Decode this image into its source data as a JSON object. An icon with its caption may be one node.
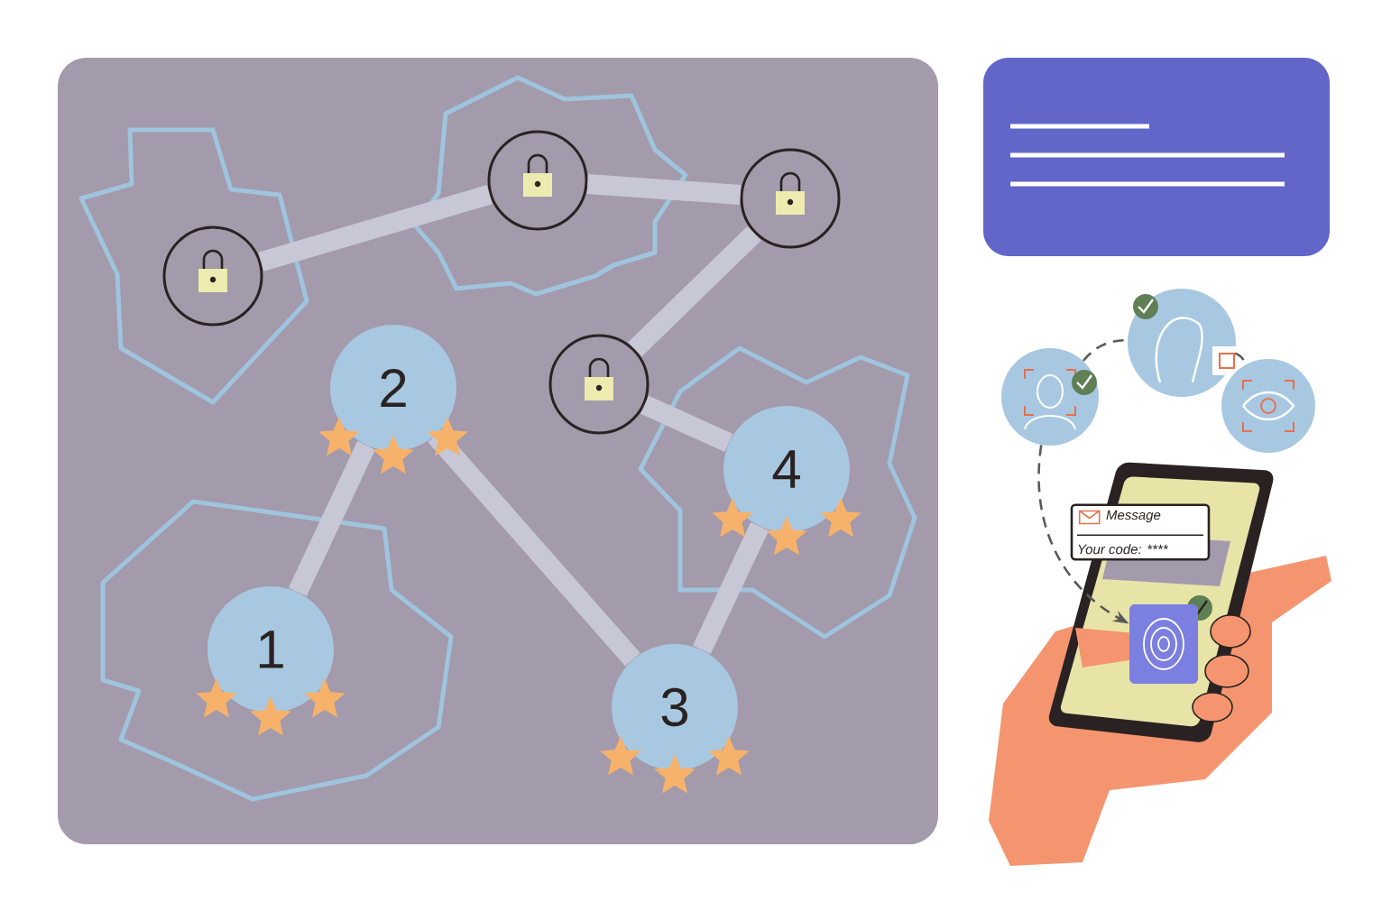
{
  "diagram": {
    "nodes": [
      {
        "text": [],
        "shape": "circle"
      },
      {
        "text": [],
        "shape": "circle"
      },
      {
        "text": [],
        "shape": "circle"
      },
      {
        "text": [],
        "shape": "circle"
      },
      {
        "text": [
          "2"
        ]
      },
      {
        "text": [
          "4"
        ]
      },
      {
        "text": [
          "1"
        ]
      },
      {
        "text": [
          "3"
        ]
      },
      {
        "text": [],
        "shape": "circle"
      },
      {
        "text": [],
        "shape": "circle"
      },
      {
        "text": [],
        "shape": "circle"
      },
      {
        "text": [
          "Message",
          "Your code: ****"
        ]
      },
      {
        "text": [],
        "shape": "box"
      }
    ],
    "edges": [
      {
        "from": 0,
        "to": 1,
        "arrow": "none"
      },
      {
        "from": 1,
        "to": 2,
        "arrow": "none"
      },
      {
        "from": 2,
        "to": 3,
        "arrow": "none"
      },
      {
        "from": 3,
        "to": 5,
        "arrow": "none"
      },
      {
        "from": 4,
        "to": 6,
        "arrow": "none"
      },
      {
        "from": 4,
        "to": 7,
        "arrow": "none"
      },
      {
        "from": 7,
        "to": 5,
        "arrow": "none"
      },
      {
        "from": 8,
        "to": 9,
        "arrow": "none",
        "style": "dashed",
        "color": "#5a5a5a"
      },
      {
        "from": 9,
        "to": 10,
        "arrow": "none",
        "style": "dashed",
        "color": "#5a5a5a"
      },
      {
        "from": 8,
        "to": 12,
        "arrow": "to",
        "style": "dashed",
        "color": "#5a5a5a"
      }
    ]
  }
}
